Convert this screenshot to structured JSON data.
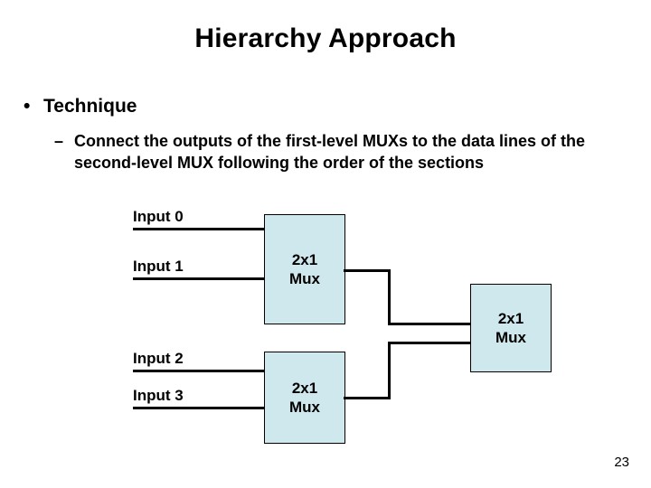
{
  "slide": {
    "title": "Hierarchy Approach",
    "page_number": "23",
    "bullets": {
      "level1_marker": "•",
      "level1_text": "Technique",
      "level2_marker": "–",
      "level2_text": "Connect the outputs of the first-level MUXs to the data lines of the second-level MUX following the order of the sections"
    },
    "diagram": {
      "inputs": [
        {
          "label": "Input 0"
        },
        {
          "label": "Input 1"
        },
        {
          "label": "Input 2"
        },
        {
          "label": "Input 3"
        }
      ],
      "muxes": [
        {
          "line1": "2x1",
          "line2": "Mux"
        },
        {
          "line1": "2x1",
          "line2": "Mux"
        },
        {
          "line1": "2x1",
          "line2": "Mux"
        }
      ],
      "box_fill_color": "#cfe8ee",
      "wire_color": "#000000"
    }
  }
}
